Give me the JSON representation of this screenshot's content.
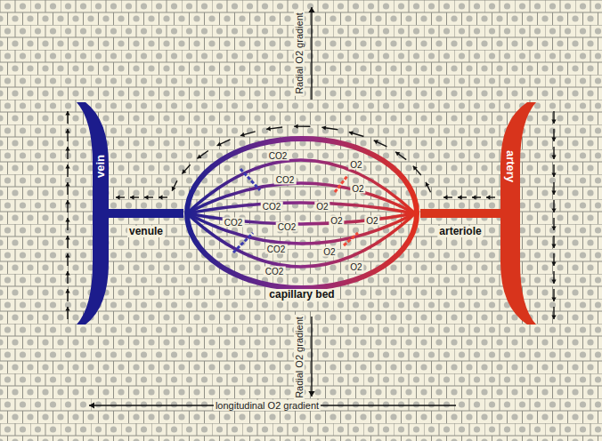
{
  "diagram": {
    "nodes": [
      {
        "text": [
          "vein"
        ]
      },
      {
        "text": [
          "capillary bed"
        ]
      },
      {
        "text": [
          "artery"
        ]
      }
    ],
    "edges": [
      {
        "from": 1,
        "to": 0,
        "arrow": "none",
        "label": "venule"
      },
      {
        "from": 2,
        "to": 1,
        "arrow": "none",
        "label": "arteriole"
      }
    ],
    "labels": [
      "Radial O2 gradient",
      "CO2",
      "O2",
      "CO2",
      "O2",
      "CO2",
      "O2",
      "CO2",
      "CO2",
      "O2",
      "O2",
      "CO2",
      "O2",
      "CO2",
      "O2",
      "Radial O2 gradient",
      "longitudinal O2 gradient"
    ]
  }
}
